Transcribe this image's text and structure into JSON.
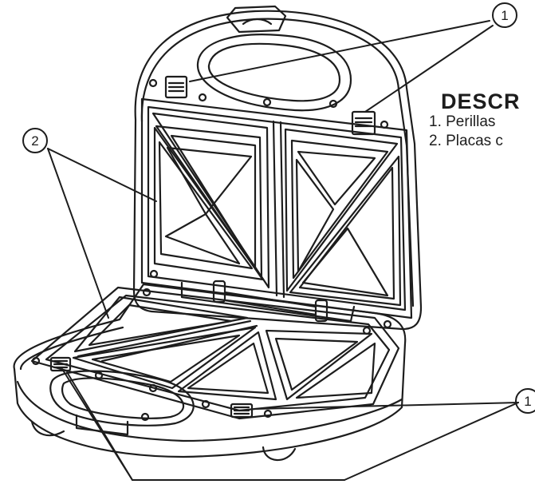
{
  "callouts": {
    "top_right": "1",
    "bottom_right": "1",
    "left": "2"
  },
  "legend": {
    "title": "DESCR",
    "items": [
      "1. Perillas",
      "2. Placas c"
    ]
  },
  "colors": {
    "ink": "#1d1d1d",
    "background": "#ffffff"
  }
}
